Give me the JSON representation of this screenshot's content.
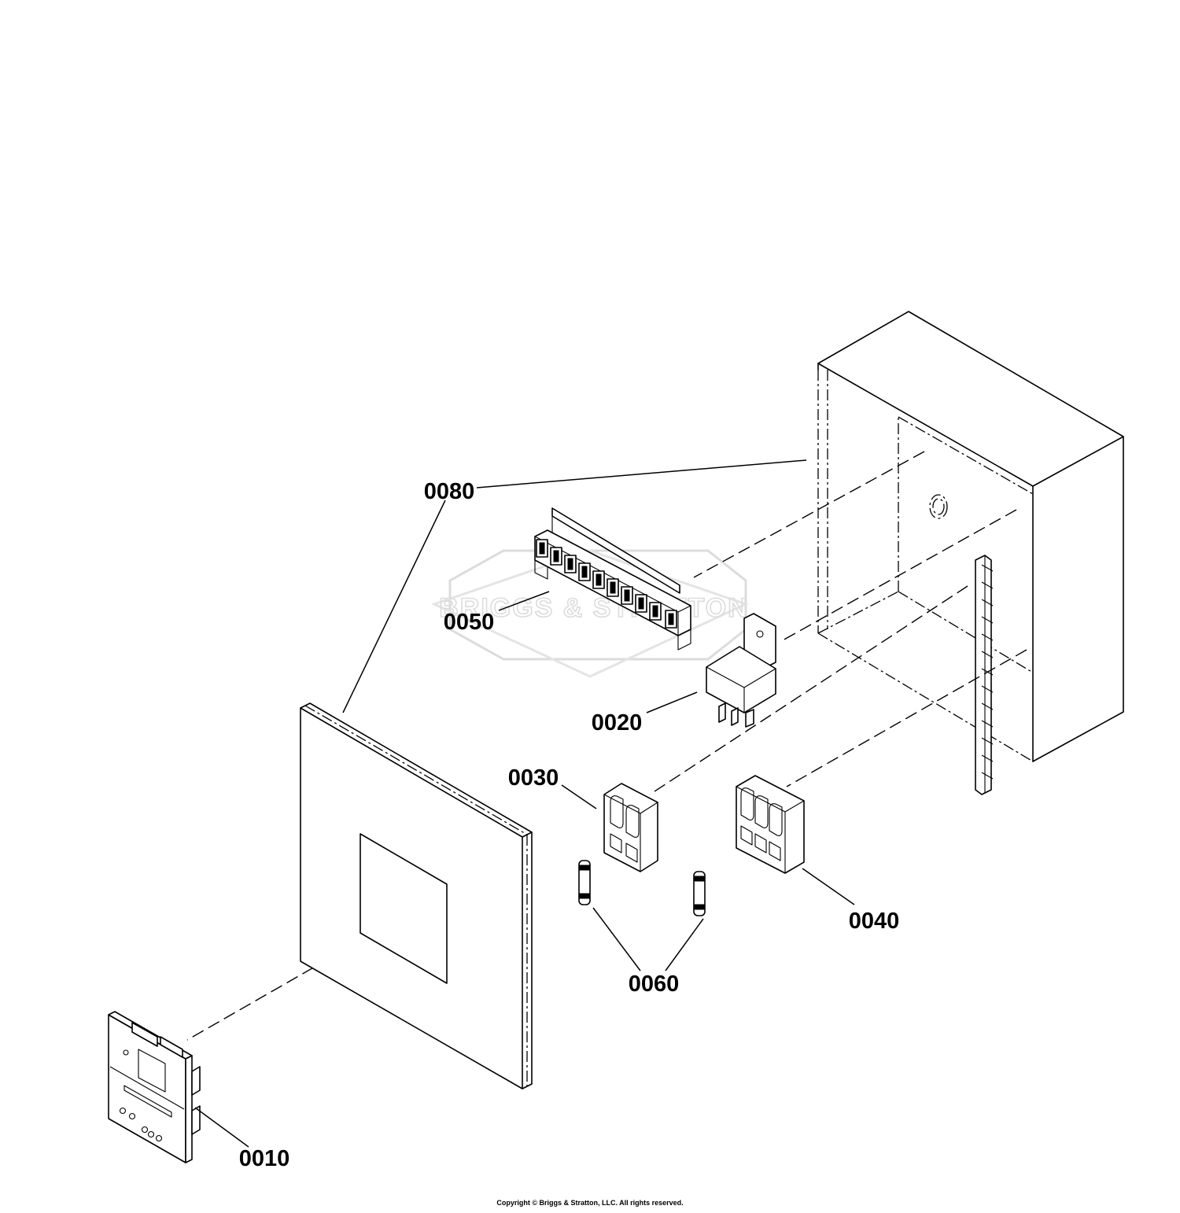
{
  "diagram": {
    "watermark": "BRIGGS & STRATTON",
    "copyright": "Copyright © Briggs & Stratton, LLC. All rights reserved.",
    "parts": [
      {
        "id": "0080",
        "name": "enclosure"
      },
      {
        "id": "0050",
        "name": "terminal block"
      },
      {
        "id": "0020",
        "name": "relay"
      },
      {
        "id": "0030",
        "name": "fuse holder 2-pole"
      },
      {
        "id": "0040",
        "name": "fuse holder 3-pole"
      },
      {
        "id": "0060",
        "name": "fuse"
      },
      {
        "id": "0010",
        "name": "controller board"
      }
    ]
  }
}
